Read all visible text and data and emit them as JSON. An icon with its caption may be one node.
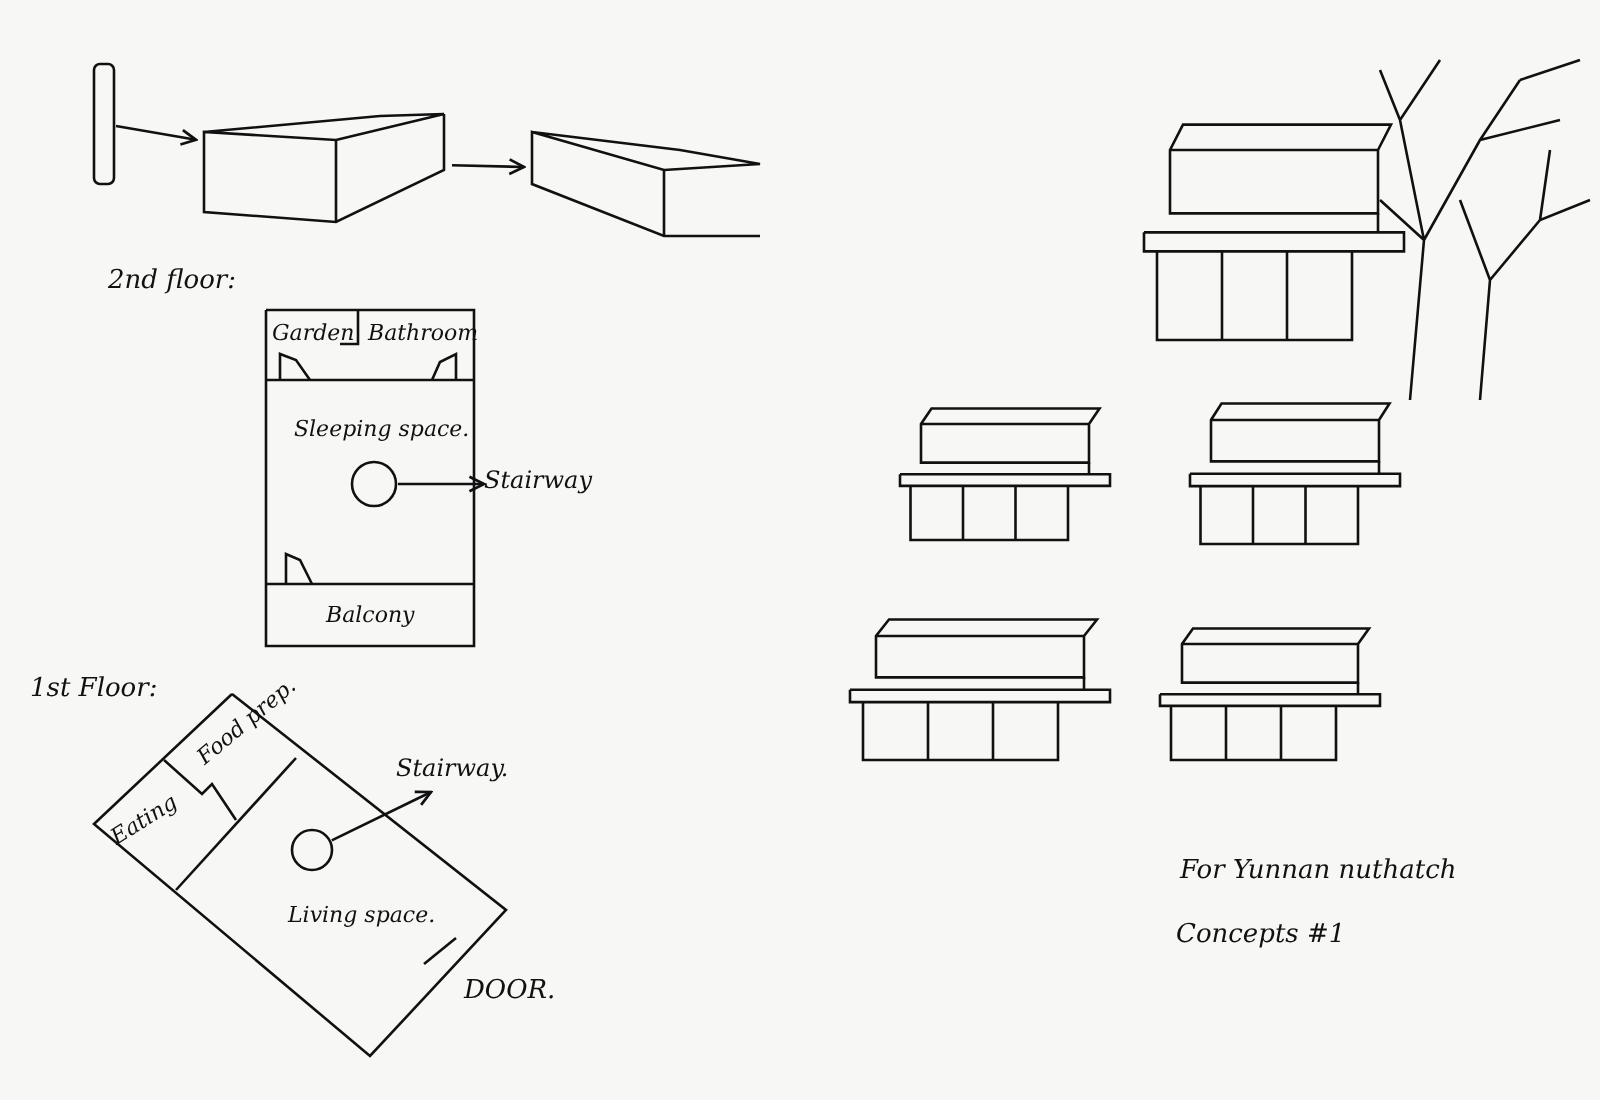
{
  "diagram": {
    "nodes": [
      {
        "text": [],
        "shape": "bar"
      },
      {
        "text": [],
        "shape": "box"
      },
      {
        "text": [],
        "shape": "box"
      },
      {
        "text": [
          "2nd floor:"
        ]
      },
      {
        "text": [
          "Garden"
        ],
        "in": 3
      },
      {
        "text": [
          "Bathroom"
        ],
        "in": 3
      },
      {
        "text": [
          "Sleeping space."
        ],
        "in": 3
      },
      {
        "text": [],
        "shape": "circle",
        "in": 6
      },
      {
        "text": [
          "Stairway"
        ]
      },
      {
        "text": [
          "Balcony"
        ],
        "in": 3
      },
      {
        "text": [
          "1st Floor:"
        ]
      },
      {
        "text": [
          "Food prep."
        ],
        "in": 10
      },
      {
        "text": [
          "Eating"
        ],
        "in": 10
      },
      {
        "text": [
          "Living space."
        ],
        "in": 10
      },
      {
        "text": [],
        "shape": "circle",
        "in": 13
      },
      {
        "text": [
          "Stairway."
        ]
      }
    ],
    "edges": [
      {
        "from": 0,
        "to": 1,
        "arrow": "to"
      },
      {
        "from": 1,
        "to": 2,
        "arrow": "to"
      },
      {
        "from": 7,
        "to": 8,
        "arrow": "to"
      },
      {
        "from": 14,
        "to": 15,
        "arrow": "to"
      }
    ],
    "labels": [
      "DOOR.",
      "For Yunnan nuthatch",
      "Concepts #1"
    ]
  }
}
